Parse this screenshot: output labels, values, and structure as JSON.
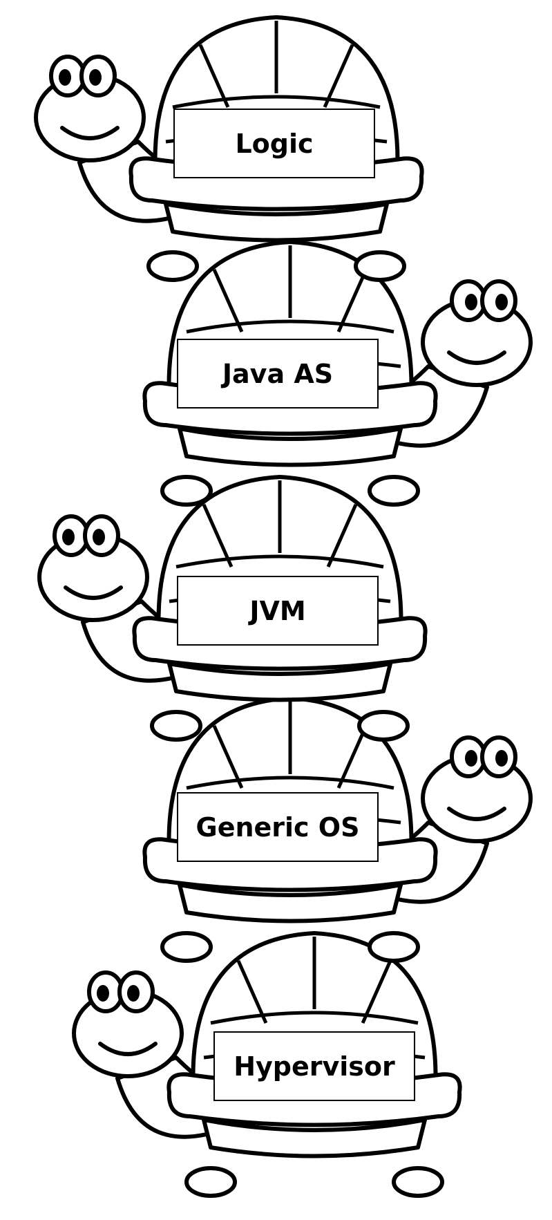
{
  "diagram": {
    "style": "black-and-white cartoon turtles stacked vertically",
    "line_color": "#000000",
    "fill_color": "#ffffff",
    "layers_top_to_bottom": [
      {
        "label": "Logic",
        "head_side": "left"
      },
      {
        "label": "Java AS",
        "head_side": "right"
      },
      {
        "label": "JVM",
        "head_side": "left"
      },
      {
        "label": "Generic OS",
        "head_side": "right"
      },
      {
        "label": "Hypervisor",
        "head_side": "left"
      }
    ]
  }
}
